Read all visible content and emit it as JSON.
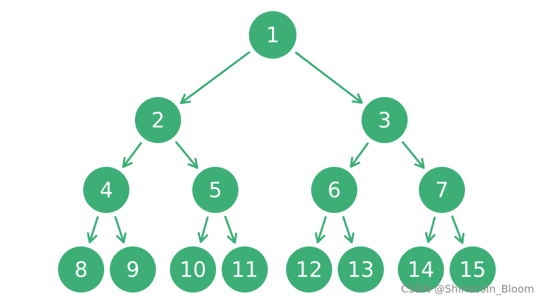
{
  "colors": {
    "node_fill": "#3daf76",
    "edge_stroke": "#3daf76",
    "label_text": "#ffffff",
    "background": "#ffffff",
    "watermark_text": "#8a8a8a"
  },
  "tree": {
    "nodes": [
      {
        "id": "1",
        "label": "1"
      },
      {
        "id": "2",
        "label": "2"
      },
      {
        "id": "3",
        "label": "3"
      },
      {
        "id": "4",
        "label": "4"
      },
      {
        "id": "5",
        "label": "5"
      },
      {
        "id": "6",
        "label": "6"
      },
      {
        "id": "7",
        "label": "7"
      },
      {
        "id": "8",
        "label": "8"
      },
      {
        "id": "9",
        "label": "9"
      },
      {
        "id": "10",
        "label": "10"
      },
      {
        "id": "11",
        "label": "11"
      },
      {
        "id": "12",
        "label": "12"
      },
      {
        "id": "13",
        "label": "13"
      },
      {
        "id": "14",
        "label": "14"
      },
      {
        "id": "15",
        "label": "15"
      }
    ],
    "edges": [
      {
        "from": "1",
        "to": "2"
      },
      {
        "from": "1",
        "to": "3"
      },
      {
        "from": "2",
        "to": "4"
      },
      {
        "from": "2",
        "to": "5"
      },
      {
        "from": "3",
        "to": "6"
      },
      {
        "from": "3",
        "to": "7"
      },
      {
        "from": "4",
        "to": "8"
      },
      {
        "from": "4",
        "to": "9"
      },
      {
        "from": "5",
        "to": "10"
      },
      {
        "from": "5",
        "to": "11"
      },
      {
        "from": "6",
        "to": "12"
      },
      {
        "from": "6",
        "to": "13"
      },
      {
        "from": "7",
        "to": "14"
      },
      {
        "from": "7",
        "to": "15"
      }
    ]
  },
  "watermark": {
    "text": "CSDN @Shinecoln_Bloom"
  }
}
